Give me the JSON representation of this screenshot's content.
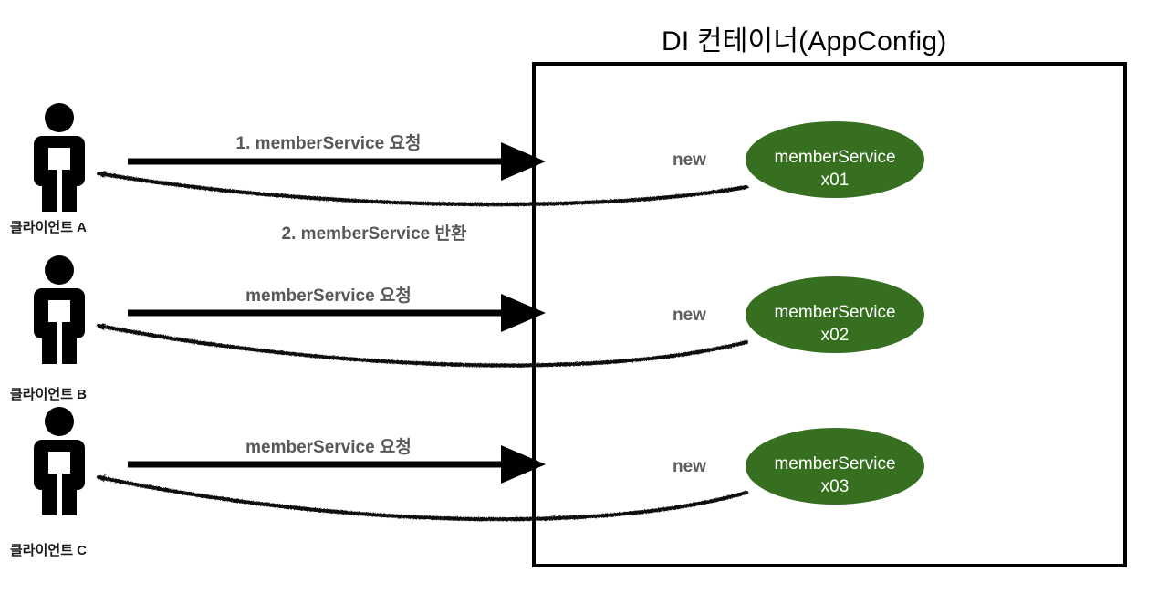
{
  "diagram": {
    "title": "DI 컨테이너(AppConfig)",
    "container_border_color": "#000000",
    "bean_fill_color": "#356F1F",
    "bean_text_color": "#FFFFFF",
    "label_gray": "#585858",
    "arrow_color": "#000000"
  },
  "clients": [
    {
      "label": "클라이언트 A",
      "icon": "person-icon"
    },
    {
      "label": "클라이언트 B",
      "icon": "person-icon"
    },
    {
      "label": "클라이언트 C",
      "icon": "person-icon"
    }
  ],
  "flows": [
    {
      "request_label": "1. memberService 요청",
      "response_label": "2. memberService 반환",
      "new_label": "new"
    },
    {
      "request_label": "memberService 요청",
      "response_label": "",
      "new_label": "new"
    },
    {
      "request_label": "memberService 요청",
      "response_label": "",
      "new_label": "new"
    }
  ],
  "beans": [
    {
      "name": "memberService",
      "instance": "x01"
    },
    {
      "name": "memberService",
      "instance": "x02"
    },
    {
      "name": "memberService",
      "instance": "x03"
    }
  ]
}
